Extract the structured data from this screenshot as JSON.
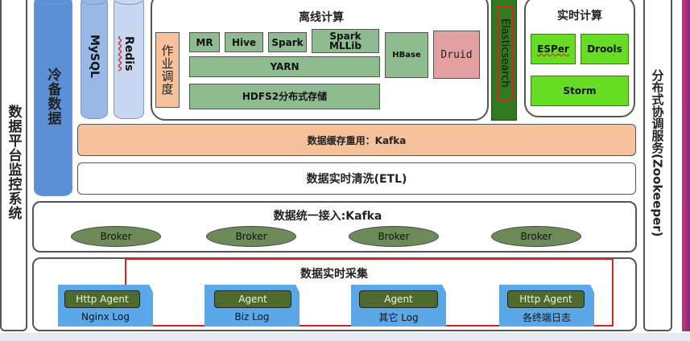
{
  "left_monitor": {
    "label": "数据平台监控系统"
  },
  "storage": {
    "cold_backup": "冷备数据",
    "mysql": "MySQL",
    "redis": "Redis"
  },
  "offline": {
    "title": "离线计算",
    "scheduler": "作业调度",
    "mr": "MR",
    "hive": "Hive",
    "spark": "Spark",
    "spark_mllib": "Spark\nMLLib",
    "yarn": "YARN",
    "hdfs": "HDFS2分布式存储",
    "hbase": "HBase",
    "druid": "Druid"
  },
  "elasticsearch": "Elasticsearch",
  "realtime": {
    "title": "实时计算",
    "esper": "ESPer",
    "drools": "Drools",
    "storm": "Storm"
  },
  "right_service": {
    "label": "分布式协调服务(Zookeeper)"
  },
  "kafka_cache": "数据缓存重用：Kafka",
  "etl": "数据实时清洗(ETL)",
  "access": {
    "title": "数据统一接入:Kafka",
    "brokers": [
      "Broker",
      "Broker",
      "Broker",
      "Broker"
    ]
  },
  "collect": {
    "title": "数据实时采集",
    "sources": [
      {
        "agent": "Http Agent",
        "log": "Nginx Log"
      },
      {
        "agent": "Agent",
        "log": "Biz Log"
      },
      {
        "agent": "Agent",
        "log": "其它 Log"
      },
      {
        "agent": "Http Agent",
        "log": "各终端日志"
      }
    ]
  },
  "colors": {
    "accent_red": "#e02020",
    "kafka_bar": "#f6c29c",
    "cyl_blue": "#5b8fd6",
    "es_green": "#2f7a1f",
    "right_strip": "#cc2244"
  }
}
